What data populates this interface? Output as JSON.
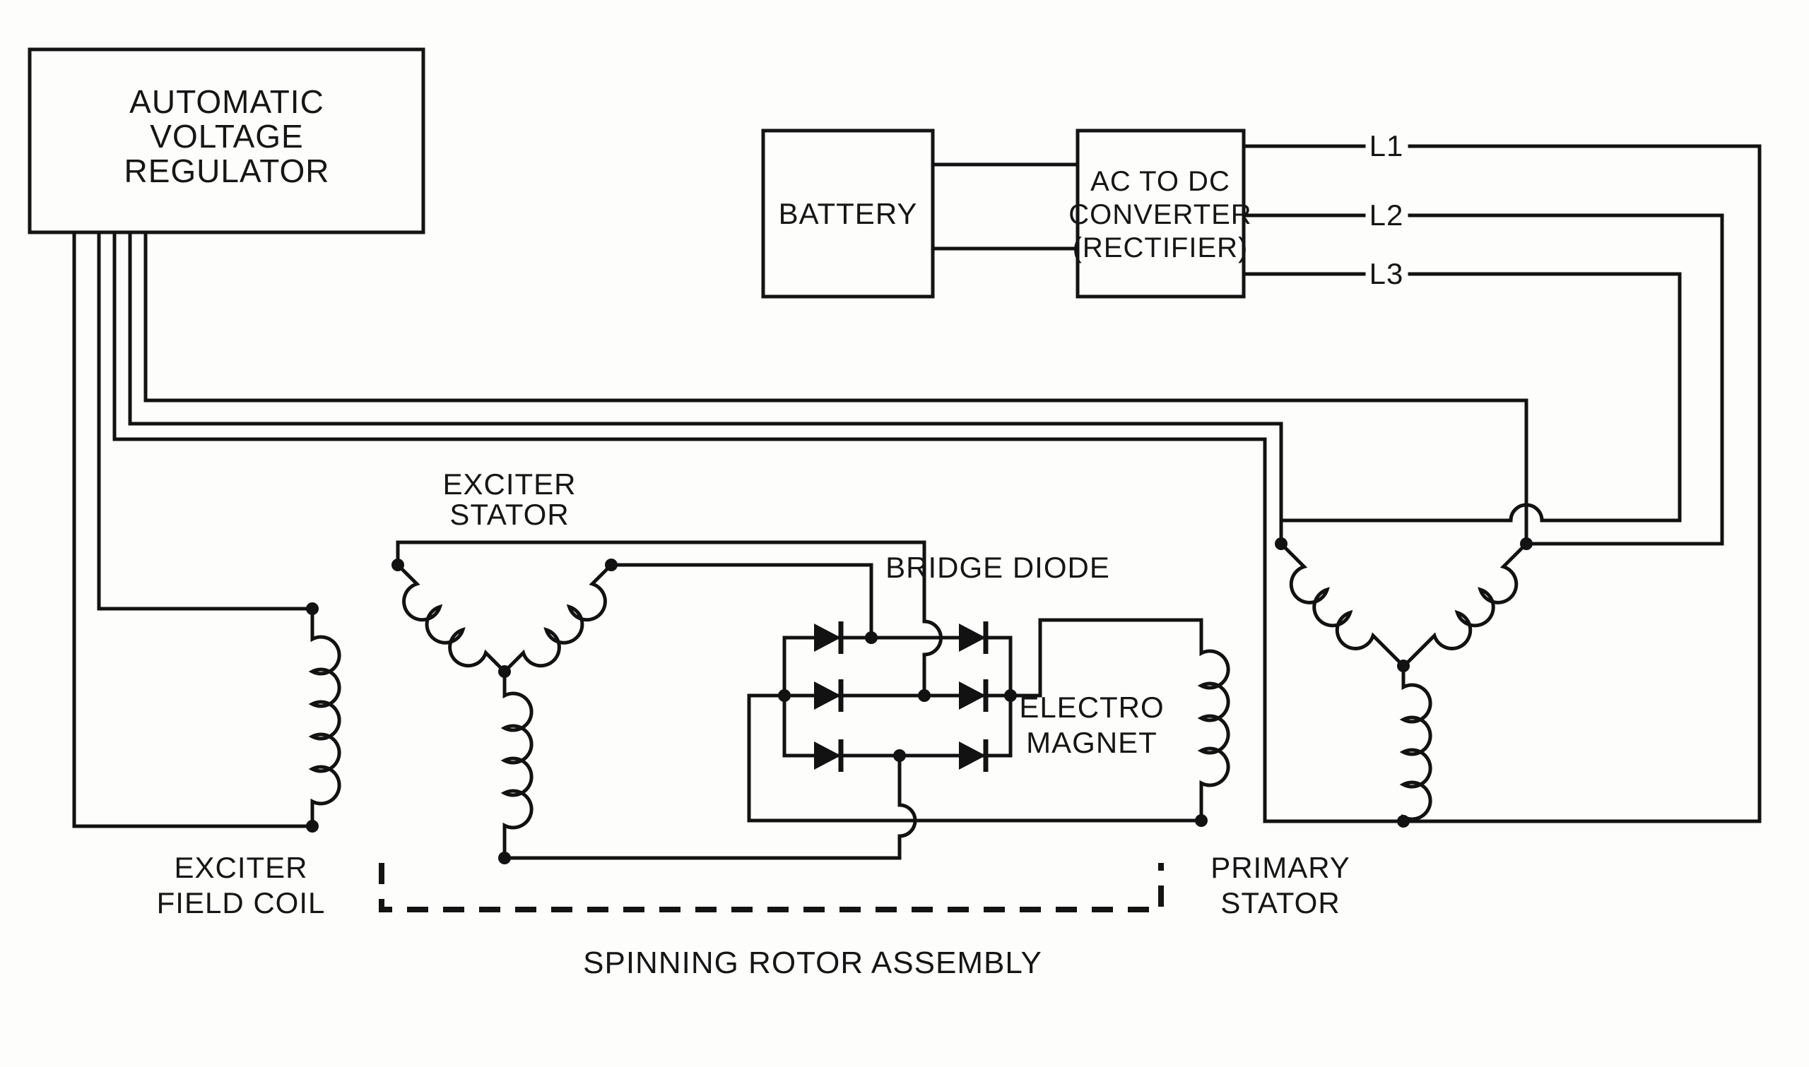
{
  "diagram_title": "Brushless generator schematic",
  "colors": {
    "ink": "#121212",
    "background": "#fdfdfc"
  },
  "blocks": {
    "avr": {
      "lines": [
        "AUTOMATIC",
        "VOLTAGE",
        "REGULATOR"
      ]
    },
    "battery": {
      "label": "BATTERY"
    },
    "rectifier": {
      "lines": [
        "AC TO DC",
        "CONVERTER",
        "(RECTIFIER)"
      ]
    }
  },
  "output_lines": {
    "l1": "L1",
    "l2": "L2",
    "l3": "L3"
  },
  "labels": {
    "exciter_stator": [
      "EXCITER",
      "STATOR"
    ],
    "bridge_diode": "BRIDGE DIODE",
    "electro_magnet": [
      "ELECTRO",
      "MAGNET"
    ],
    "exciter_field_coil": [
      "EXCITER",
      "FIELD COIL"
    ],
    "primary_stator": [
      "PRIMARY",
      "STATOR"
    ],
    "rotor_assembly": "SPINNING ROTOR ASSEMBLY"
  }
}
